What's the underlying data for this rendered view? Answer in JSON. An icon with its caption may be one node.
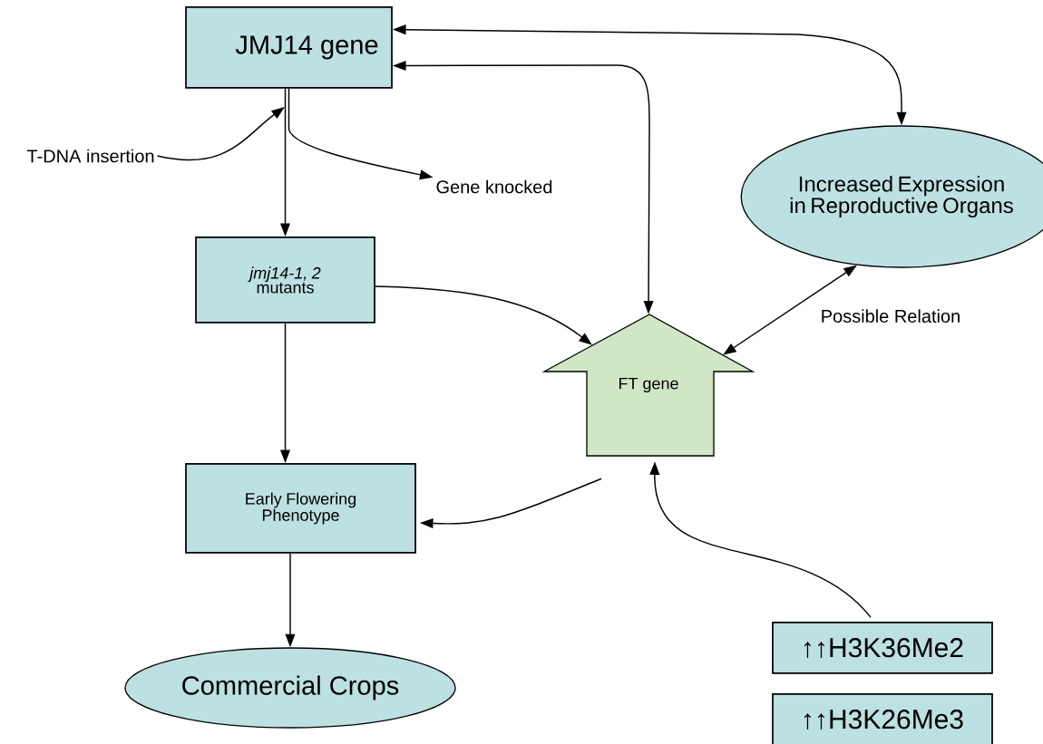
{
  "diagram": {
    "nodes": [
      {
        "text": [
          "JMJ14 gene"
        ]
      },
      {
        "text": [
          "T-DNA insertion"
        ]
      },
      {
        "text": [
          "Gene knocked"
        ]
      },
      {
        "text": [
          "*jmj14-1, 2* mutants"
        ]
      },
      {
        "text": [
          "Increased Expression in Reproductive Organs"
        ]
      },
      {
        "text": [
          "FT gene"
        ]
      },
      {
        "text": [
          "Early Flowering Phenotype"
        ]
      },
      {
        "text": [
          "Commercial Crops"
        ]
      },
      {
        "text": [
          "↑↑H3K36Me2"
        ]
      },
      {
        "text": [
          "↑↑H3K26Me3"
        ]
      }
    ],
    "edges": [
      {
        "from": 0,
        "to": 3,
        "arrow": "to"
      },
      {
        "from": 1,
        "to": null,
        "arrow": "to"
      },
      {
        "from": 0,
        "to": 2,
        "arrow": "to"
      },
      {
        "from": 0,
        "to": 4,
        "arrow": "both"
      },
      {
        "from": 0,
        "to": 5,
        "arrow": "both"
      },
      {
        "from": 3,
        "to": 5,
        "arrow": "to"
      },
      {
        "from": 5,
        "to": 4,
        "arrow": "both",
        "label": "Possible Relation"
      },
      {
        "from": 5,
        "to": 6,
        "arrow": "to"
      },
      {
        "from": 8,
        "to": 5,
        "arrow": "to"
      },
      {
        "from": 6,
        "to": 7,
        "arrow": "to"
      },
      {
        "from": 3,
        "to": 6,
        "arrow": "to"
      }
    ]
  }
}
